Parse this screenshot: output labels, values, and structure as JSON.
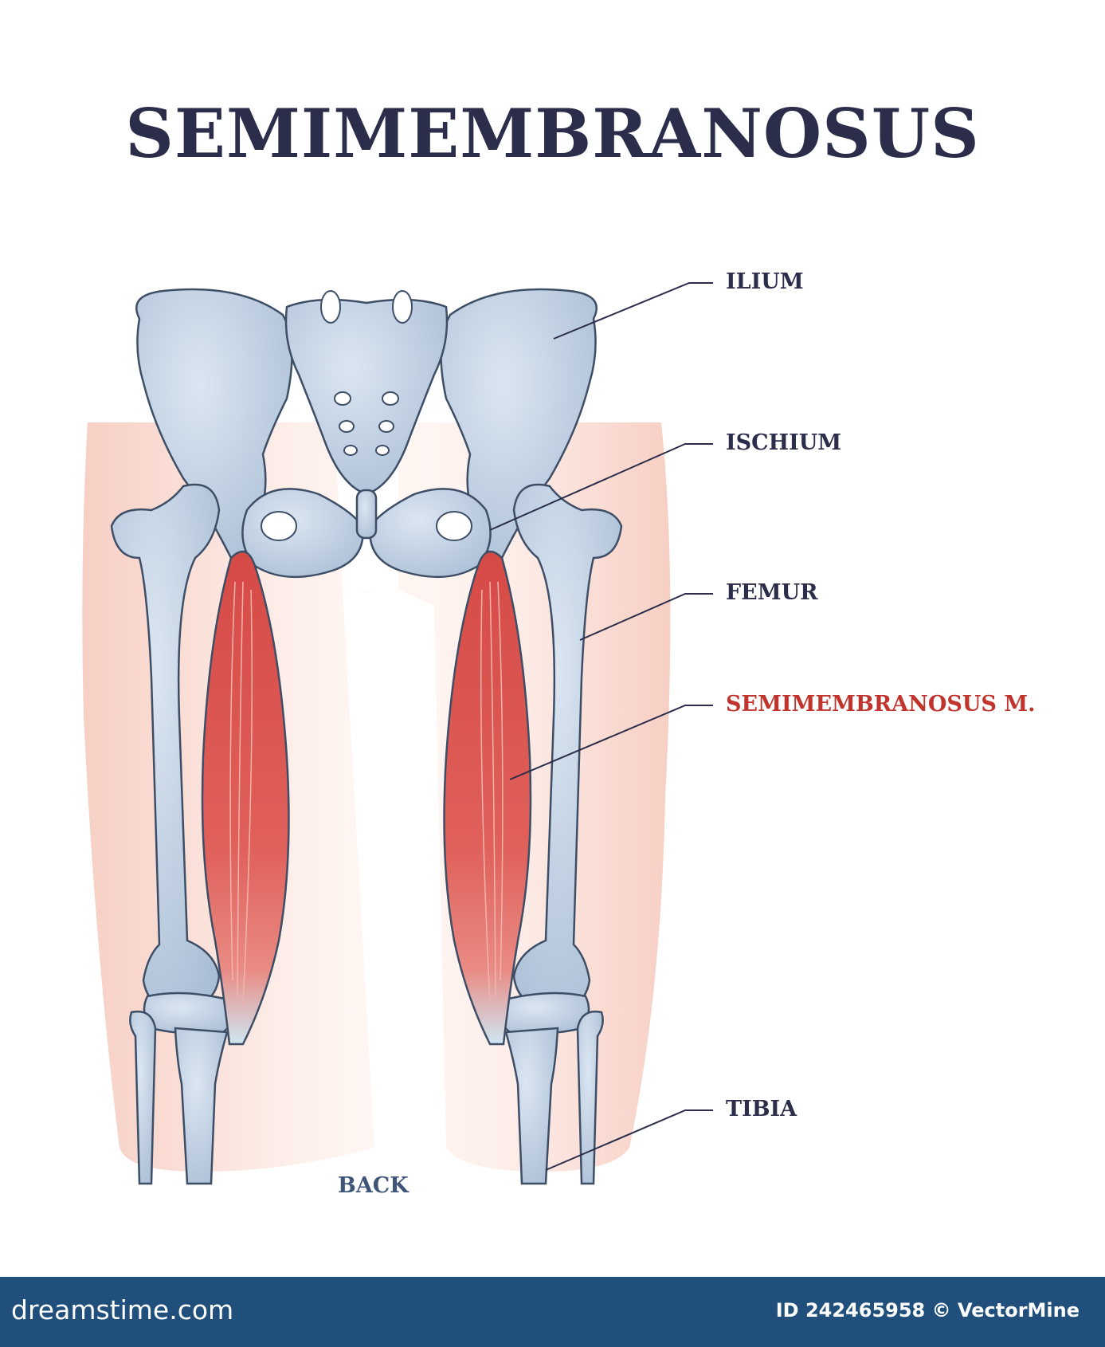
{
  "title": "SEMIMEMBRANOSUS",
  "labels": {
    "ilium": "ILIUM",
    "ischium": "ISCHIUM",
    "femur": "FEMUR",
    "muscle": "SEMIMEMBRANOSUS M.",
    "tibia": "TIBIA"
  },
  "view_label": "BACK",
  "footer": {
    "brand": "dreamstime.com",
    "image_id": "ID 242465958 © VectorMine"
  },
  "colors": {
    "title": "#2b2d4a",
    "muscle_label": "#c1342d",
    "bone": "#b8c9dc",
    "bone_outline": "#3d4e66",
    "muscle": "#d8504b",
    "skin": "#fbe0d8",
    "footer": "#1f4f7a"
  }
}
